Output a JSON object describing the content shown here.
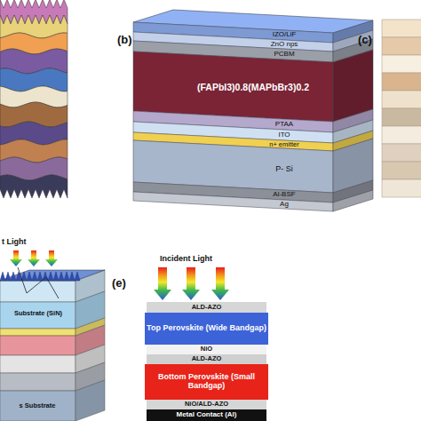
{
  "diagram": {
    "nodes": [
      {
        "text": [
          "IZO/LiF"
        ]
      },
      {
        "text": [
          "ZnO nps"
        ]
      },
      {
        "text": [
          "PCBM"
        ]
      },
      {
        "text": [
          "(FAPbI3)0.8(MAPbBr3)0.2"
        ]
      },
      {
        "text": [
          "PTAA"
        ]
      },
      {
        "text": [
          "ITO"
        ]
      },
      {
        "text": [
          "n+ emitter"
        ]
      },
      {
        "text": [
          "P- Si"
        ]
      },
      {
        "text": [
          "Al-BSF"
        ]
      },
      {
        "text": [
          "Ag"
        ]
      },
      {
        "text": [
          "Substrate (SiN)"
        ]
      },
      {
        "text": [
          "s Substrate"
        ]
      },
      {
        "text": [
          "ALD-AZO"
        ]
      },
      {
        "text": [
          "Top Perovskite (Wide Bandgap)"
        ]
      },
      {
        "text": [
          "NiO"
        ]
      },
      {
        "text": [
          "ALD-AZO"
        ]
      },
      {
        "text": [
          "Bottom Perovskite (Small Bandgap)"
        ]
      },
      {
        "text": [
          "NiO/ALD-AZO"
        ]
      },
      {
        "text": [
          "Metal Contact (Al)"
        ]
      }
    ],
    "labels": [
      "(b)",
      "(c)",
      "t Light",
      "(e)",
      "Incident Light"
    ]
  }
}
